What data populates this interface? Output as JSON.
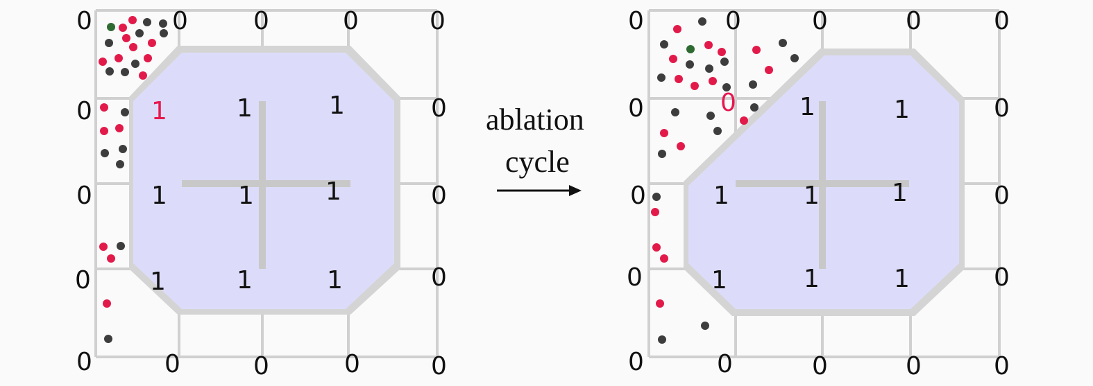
{
  "figure": {
    "arrow_label": [
      "ablation",
      "cycle"
    ],
    "panels": [
      {
        "id": "before",
        "grid": [
          [
            "0",
            "0",
            "0",
            "0",
            "0"
          ],
          [
            "0",
            "1",
            "1",
            "1",
            "0"
          ],
          [
            "0",
            "1",
            "1",
            "1",
            "0"
          ],
          [
            "0",
            "1",
            "1",
            "1",
            "0"
          ],
          [
            "0",
            "0",
            "0",
            "0",
            "0"
          ]
        ],
        "highlighted_cell": {
          "row": 1,
          "col": 1,
          "value": "1"
        }
      },
      {
        "id": "after",
        "grid": [
          [
            "0",
            "0",
            "0",
            "0",
            "0"
          ],
          [
            "0",
            "0",
            "1",
            "1",
            "0"
          ],
          [
            "0",
            "1",
            "1",
            "1",
            "0"
          ],
          [
            "0",
            "1",
            "1",
            "1",
            "0"
          ],
          [
            "0",
            "0",
            "0",
            "0",
            "0"
          ]
        ],
        "highlighted_cell": {
          "row": 1,
          "col": 1,
          "value": "0"
        }
      }
    ]
  },
  "colors": {
    "region_fill": "#dcdcfa",
    "region_edge": "#d2d2d2",
    "grid_line": "#d0d0d0",
    "particle_red": "#e21a4a",
    "particle_dark": "#3d3d3d",
    "particle_green": "#2e6b32",
    "highlight_text": "#e8174f"
  }
}
